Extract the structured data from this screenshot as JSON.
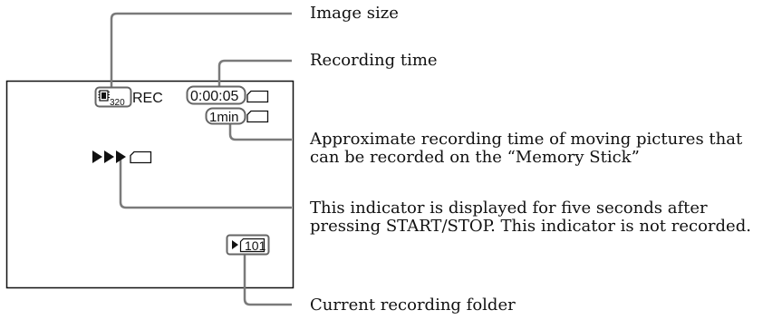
{
  "screen": {
    "mode_label": "REC",
    "image_size_value": "320",
    "recording_time": "0:00:05",
    "remaining_time": "1min",
    "folder_number": "101"
  },
  "callouts": {
    "image_size": "Image size",
    "recording_time": "Recording time",
    "approx_time_line1": "Approximate recording time of moving pictures that",
    "approx_time_line2": "can be recorded on the “Memory Stick”",
    "indicator_line1": "This indicator is displayed for five seconds after",
    "indicator_line2": "pressing START/STOP. This indicator is not recorded.",
    "folder": "Current recording folder"
  },
  "icons": [
    "film-image-size-icon",
    "memory-stick-icon",
    "play-triangle-icon"
  ]
}
